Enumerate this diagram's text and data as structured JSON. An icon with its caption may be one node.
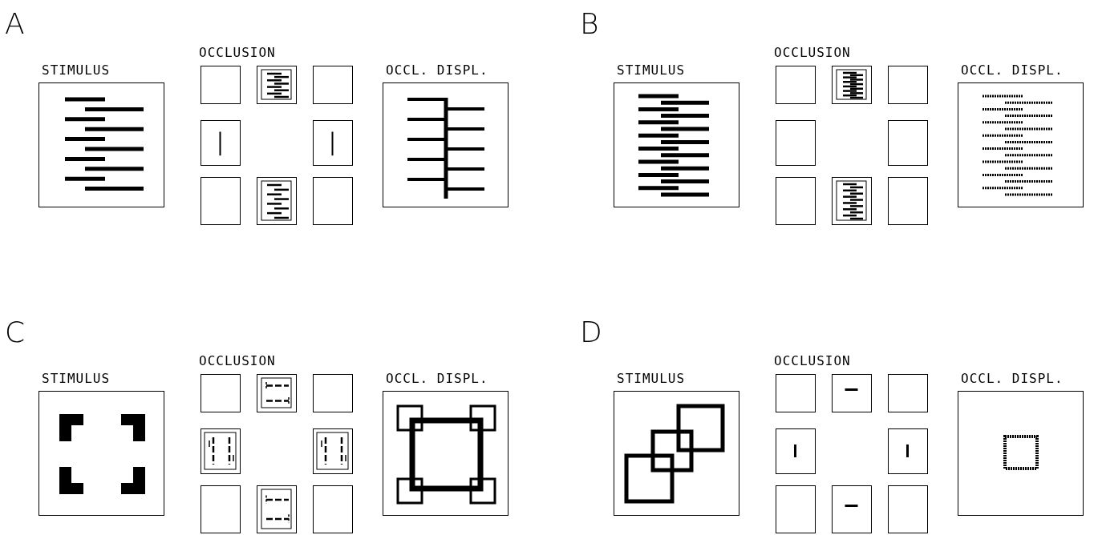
{
  "diagram": {
    "nodes": [
      {
        "text": [
          "STIMULUS"
        ]
      },
      {
        "text": [],
        "shape": "box"
      },
      {
        "text": [],
        "shape": "box"
      },
      {
        "text": [],
        "shape": "box"
      },
      {
        "text": [],
        "shape": "box"
      },
      {
        "text": [],
        "shape": "box"
      },
      {
        "text": [],
        "shape": "box"
      },
      {
        "text": [],
        "shape": "box"
      },
      {
        "text": [],
        "shape": "box"
      },
      {
        "text": [
          "OCCL. DISPL."
        ]
      },
      {
        "text": [
          "STIMULUS"
        ]
      },
      {
        "text": [],
        "shape": "box"
      },
      {
        "text": [],
        "shape": "box"
      },
      {
        "text": [],
        "shape": "box"
      },
      {
        "text": [],
        "shape": "box"
      },
      {
        "text": [],
        "shape": "box"
      },
      {
        "text": [],
        "shape": "box"
      },
      {
        "text": [],
        "shape": "box"
      },
      {
        "text": [],
        "shape": "box"
      },
      {
        "text": [
          "OCCL. DISPL."
        ]
      },
      {
        "text": [
          "STIMULUS"
        ]
      },
      {
        "text": [],
        "shape": "box"
      },
      {
        "text": [],
        "shape": "box"
      },
      {
        "text": [],
        "shape": "box"
      },
      {
        "text": [],
        "shape": "box"
      },
      {
        "text": [],
        "shape": "box"
      },
      {
        "text": [],
        "shape": "box"
      },
      {
        "text": [],
        "shape": "box"
      },
      {
        "text": [],
        "shape": "box"
      },
      {
        "text": [
          "OCCL. DISPL."
        ]
      },
      {
        "text": [
          "STIMULUS"
        ]
      },
      {
        "text": [],
        "shape": "box"
      },
      {
        "text": [],
        "shape": "box"
      },
      {
        "text": [],
        "shape": "box"
      },
      {
        "text": [],
        "shape": "box"
      },
      {
        "text": [],
        "shape": "box"
      },
      {
        "text": [],
        "shape": "box"
      },
      {
        "text": [],
        "shape": "box"
      },
      {
        "text": [],
        "shape": "box"
      },
      {
        "text": [
          "OCCL. DISPL."
        ]
      }
    ],
    "labels": [
      "A",
      "OCCLUSION",
      "B",
      "OCCLUSION",
      "C",
      "OCCLUSION",
      "D",
      "OCCLUSION"
    ]
  }
}
